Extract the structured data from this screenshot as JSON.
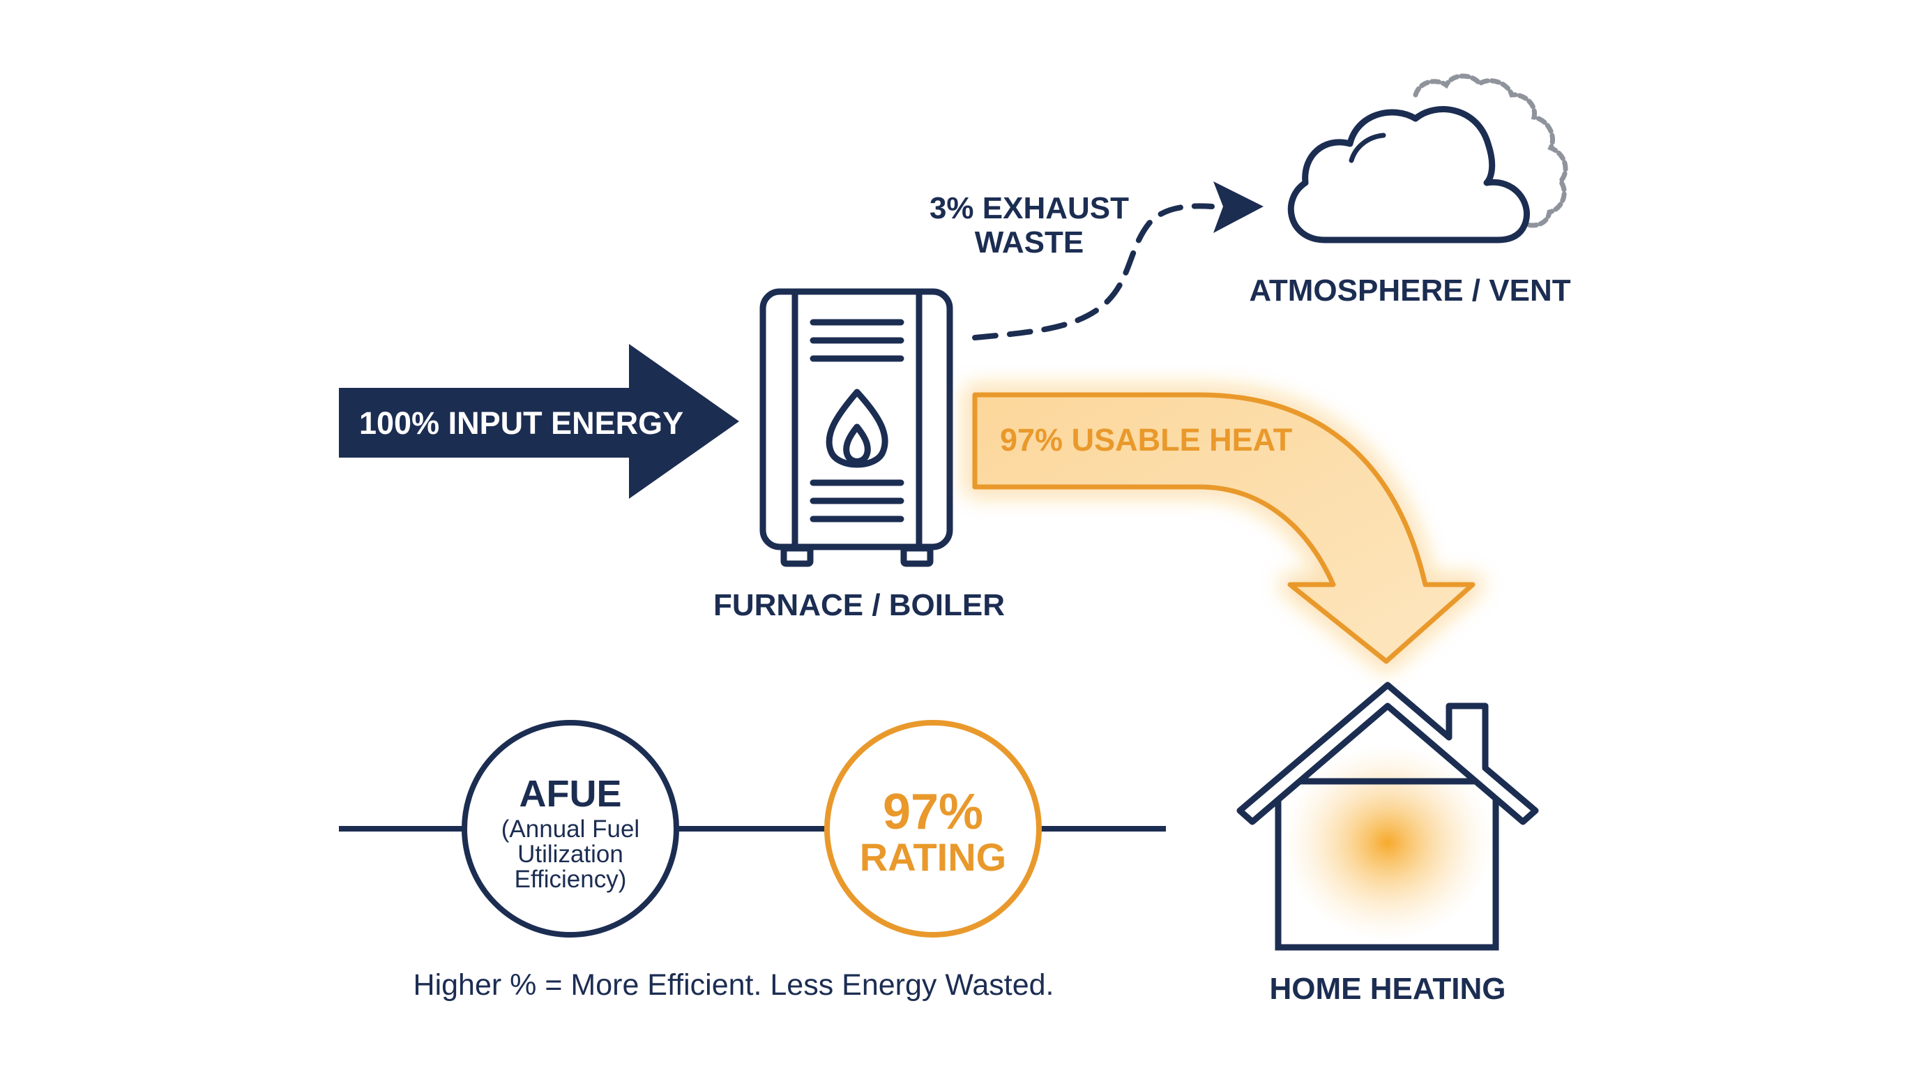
{
  "colors": {
    "navy": "#1c2d52",
    "orange": "#e9992b",
    "heat_fill": "#fde2b4",
    "smoke_gray": "#8f939c"
  },
  "input": {
    "label": "100% INPUT ENERGY"
  },
  "furnace": {
    "label": "FURNACE / BOILER",
    "icon": "furnace-icon",
    "flame_icon": "flame-icon"
  },
  "exhaust": {
    "label_line1": "3% EXHAUST",
    "label_line2": "WASTE"
  },
  "atmosphere": {
    "label": "ATMOSPHERE / VENT",
    "icon": "cloud-icon"
  },
  "usable_heat": {
    "label": "97% USABLE HEAT"
  },
  "home": {
    "label": "HOME HEATING",
    "icon": "house-icon"
  },
  "afue": {
    "title": "AFUE",
    "line1": "(Annual Fuel",
    "line2": "Utilization",
    "line3": "Efficiency)"
  },
  "rating": {
    "value": "97%",
    "label": "RATING"
  },
  "footer": {
    "note": "Higher % = More Efficient. Less Energy Wasted."
  }
}
